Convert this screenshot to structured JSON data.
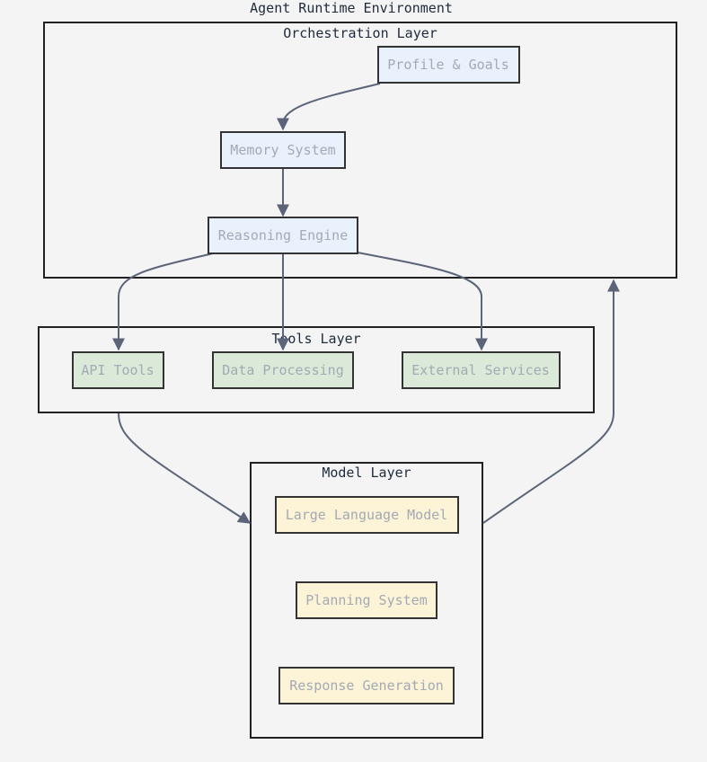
{
  "diagram": {
    "title": "Agent Runtime Environment",
    "colors": {
      "background": "#f4f4f4",
      "orchestration_fill": "#e8f1fc",
      "tools_fill": "#dbe9d9",
      "model_fill": "#fdf3d7",
      "edge": "#5b6478",
      "node_text": "#a3aab4"
    },
    "orchestration": {
      "label": "Orchestration Layer",
      "nodes": {
        "profile": "Profile & Goals",
        "memory": "Memory System",
        "reasoning": "Reasoning Engine"
      }
    },
    "tools": {
      "label": "Tools Layer",
      "nodes": {
        "api": "API Tools",
        "data": "Data Processing",
        "external": "External Services"
      }
    },
    "model": {
      "label": "Model Layer",
      "nodes": {
        "llm": "Large Language Model",
        "planning": "Planning System",
        "response": "Response Generation"
      }
    }
  }
}
